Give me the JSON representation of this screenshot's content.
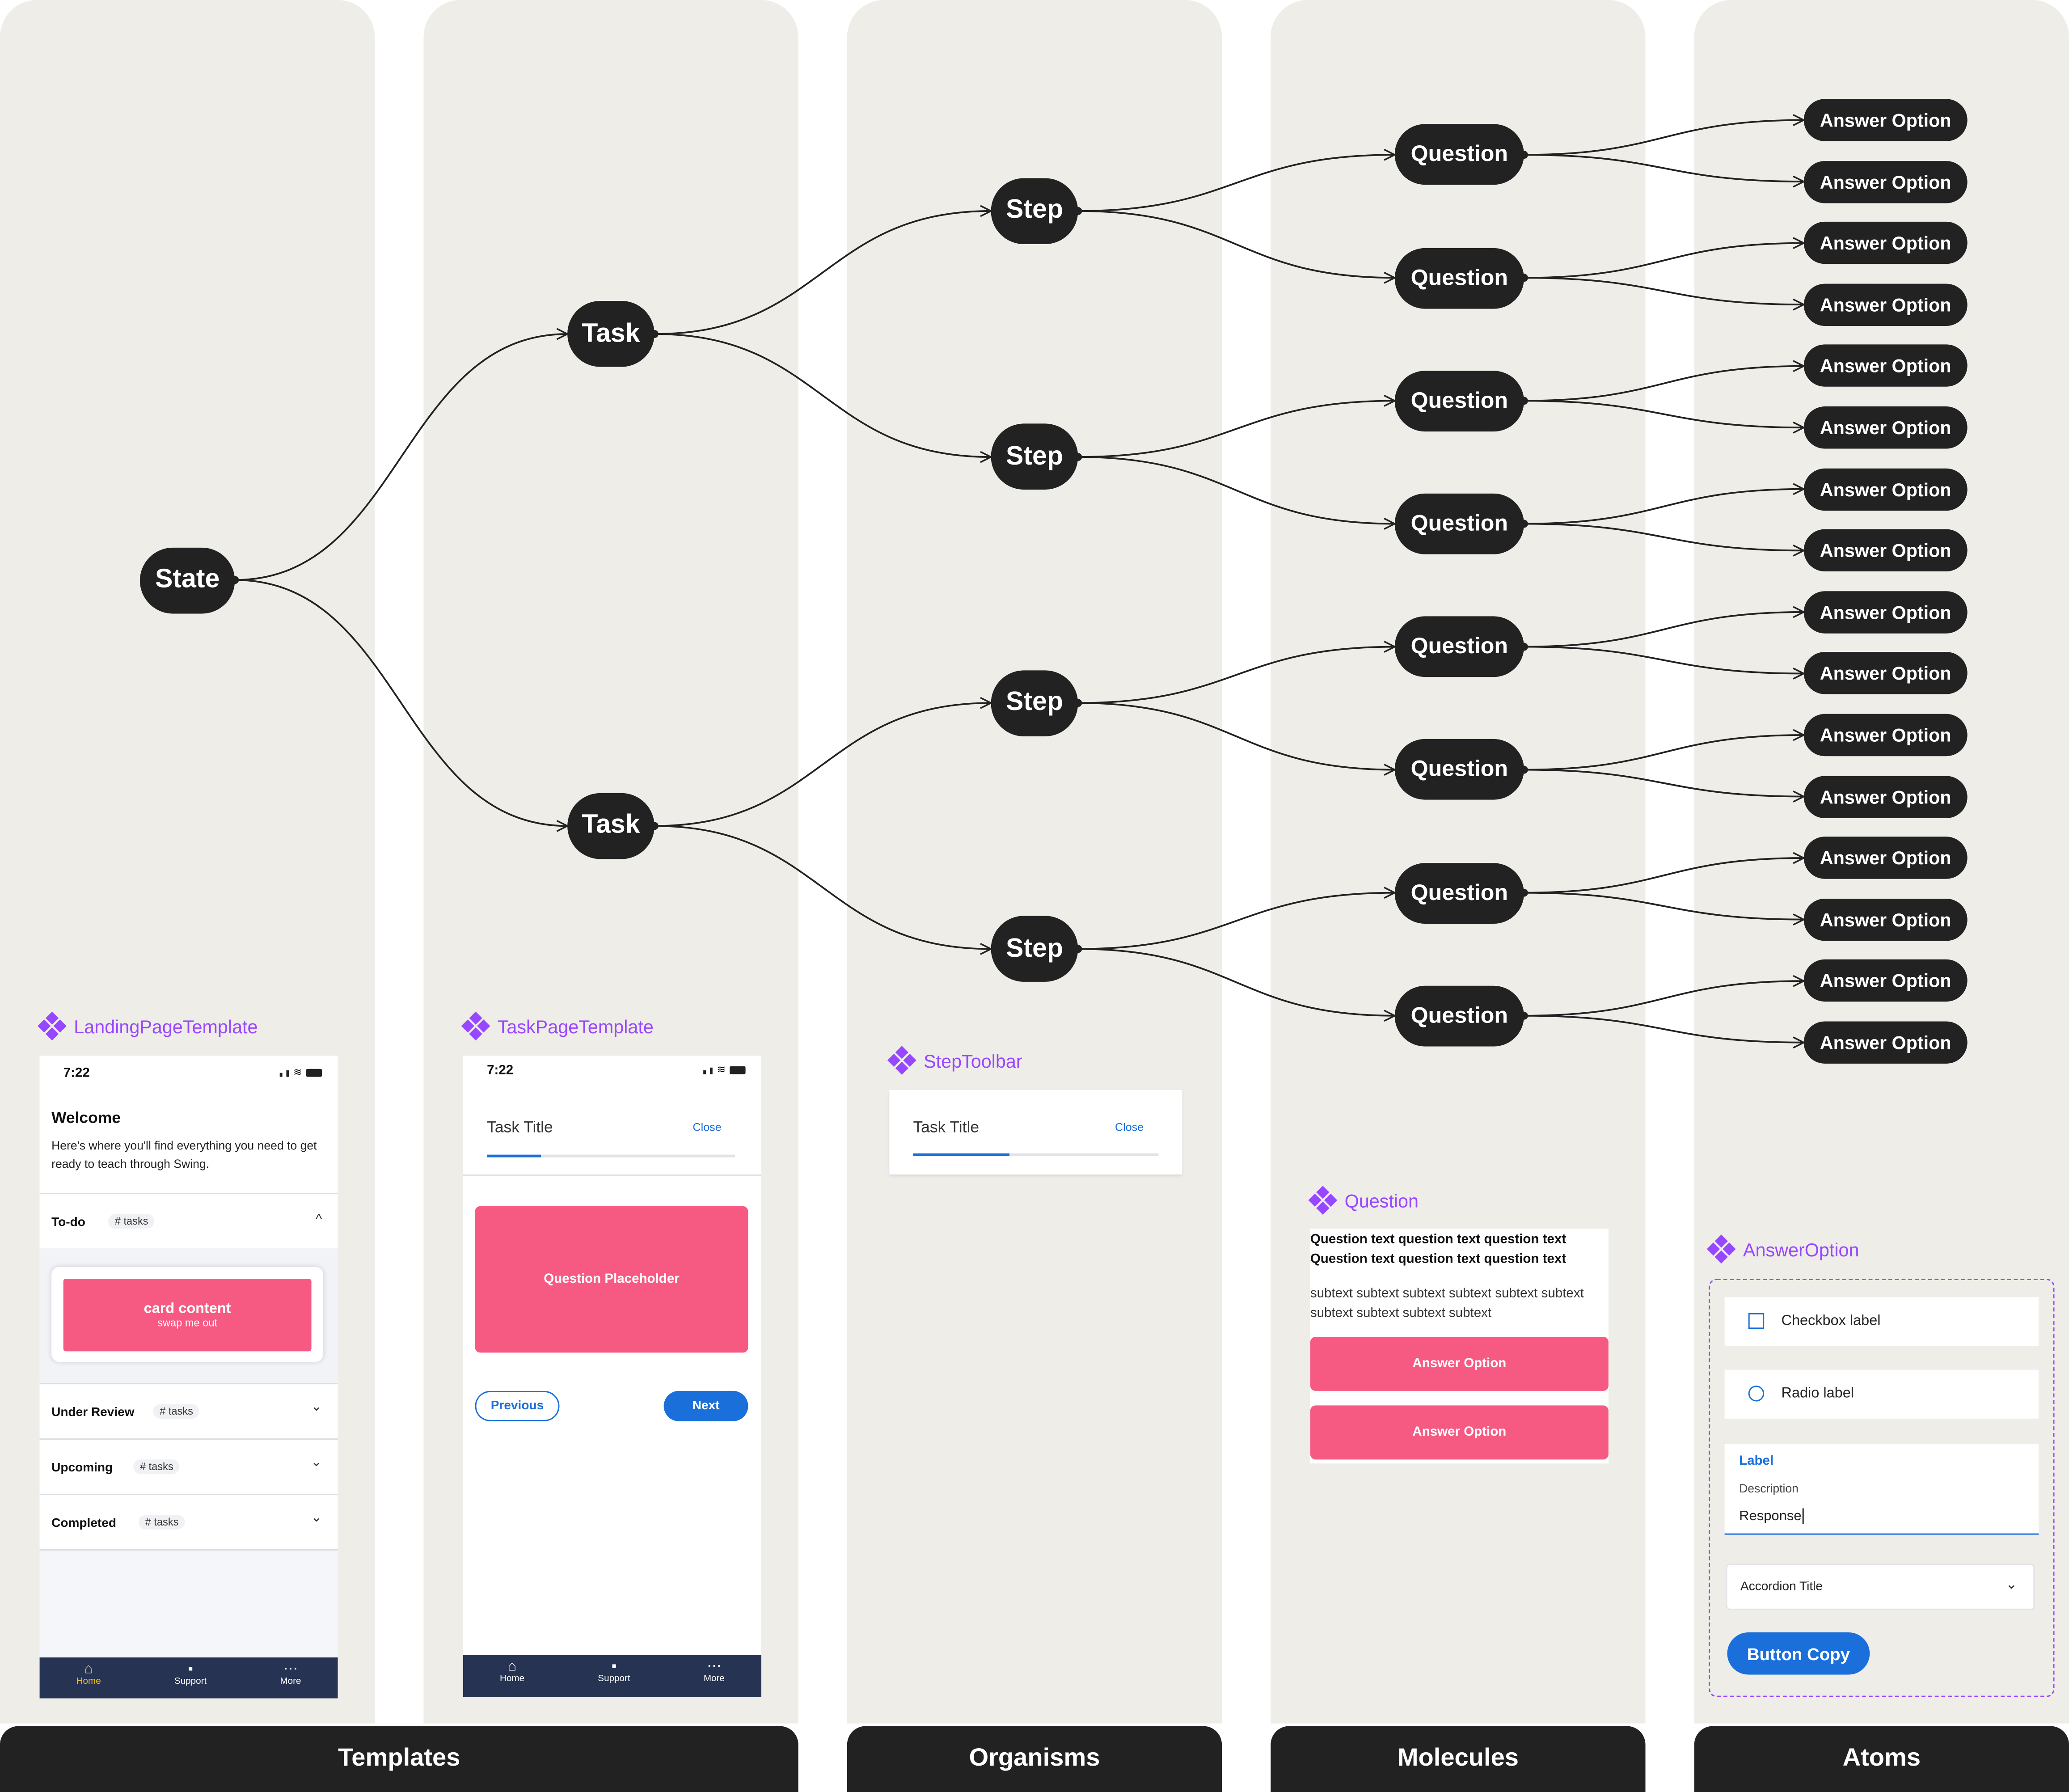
{
  "columns": {
    "templates": "Templates",
    "organisms": "Organisms",
    "molecules": "Molecules",
    "atoms": "Atoms"
  },
  "tree": {
    "root": "State",
    "task": "Task",
    "step": "Step",
    "question": "Question",
    "answer": "Answer Option",
    "task_count": 2,
    "steps_per_task": 2,
    "questions_per_step": 2,
    "answers_per_question": 2
  },
  "landing": {
    "component": "LandingPageTemplate",
    "time": "7:22",
    "welcome": "Welcome",
    "intro": "Here's where you'll find everything you need to get ready to teach through Swing.",
    "sections": [
      {
        "title": "To-do",
        "tag": "# tasks",
        "chevron": "^"
      },
      {
        "title": "Under Review",
        "tag": "# tasks",
        "chevron": "⌄"
      },
      {
        "title": "Upcoming",
        "tag": "# tasks",
        "chevron": "⌄"
      },
      {
        "title": "Completed",
        "tag": "# tasks",
        "chevron": "⌄"
      }
    ],
    "card_title": "card content",
    "card_sub": "swap me out",
    "nav": [
      {
        "label": "Home",
        "icon": "home-icon"
      },
      {
        "label": "Support",
        "icon": "chat-icon"
      },
      {
        "label": "More",
        "icon": "more-icon"
      }
    ]
  },
  "taskpage": {
    "component": "TaskPageTemplate",
    "time": "7:22",
    "title": "Task Title",
    "close": "Close",
    "progress": 0.22,
    "placeholder": "Question Placeholder",
    "previous": "Previous",
    "next": "Next",
    "nav": [
      {
        "label": "Home",
        "icon": "home-icon"
      },
      {
        "label": "Support",
        "icon": "chat-icon"
      },
      {
        "label": "More",
        "icon": "more-icon"
      }
    ]
  },
  "steptoolbar": {
    "component": "StepToolbar",
    "title": "Task Title",
    "close": "Close",
    "progress": 0.39
  },
  "question": {
    "component": "Question",
    "text": "Question text question text question text Question text question text question text",
    "subtext": "subtext subtext subtext subtext subtext subtext subtext subtext subtext subtext",
    "options": [
      "Answer Option",
      "Answer Option"
    ]
  },
  "answeroption": {
    "component": "AnswerOption",
    "checkbox": "Checkbox label",
    "radio": "Radio label",
    "label": "Label",
    "description": "Description",
    "response": "Response",
    "accordion": "Accordion Title",
    "button": "Button Copy"
  },
  "colors": {
    "node": "#222222",
    "column": "#eeede8",
    "accent_pink": "#f65a83",
    "accent_blue": "#1a6fdb",
    "component_purple": "#9747ff",
    "nav_bg": "#263352"
  }
}
